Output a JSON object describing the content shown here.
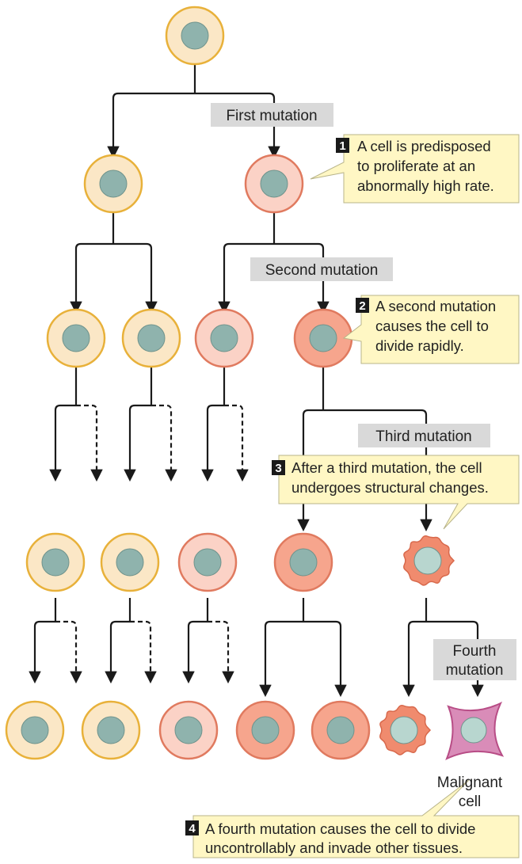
{
  "mutations": {
    "first": "First mutation",
    "second": "Second mutation",
    "third": "Third mutation",
    "fourth_line1": "Fourth",
    "fourth_line2": "mutation"
  },
  "notes": {
    "n1": {
      "num": "1",
      "lines": [
        "A cell is predisposed",
        "to proliferate at an",
        "abnormally high rate."
      ]
    },
    "n2": {
      "num": "2",
      "lines": [
        "A second mutation",
        "causes the cell to",
        "divide rapidly."
      ]
    },
    "n3": {
      "num": "3",
      "lines": [
        "After a third mutation, the cell",
        "undergoes structural changes."
      ]
    },
    "n4": {
      "num": "4",
      "lines": [
        "A fourth mutation causes the cell to divide",
        "uncontrollably and invade other tissues."
      ]
    }
  },
  "labels": {
    "malignant_line1": "Malignant",
    "malignant_line2": "cell"
  },
  "colors": {
    "normal_cell_fill": "#fbe7c6",
    "normal_cell_stroke": "#e8b13a",
    "mutated_cell_fill": "#fbd2c6",
    "mutated_cell_stroke": "#e07a5f",
    "rapid_cell_fill": "#f6a58d",
    "nucleus": "#8fb3ad",
    "irregular_cell_fill": "#f08b6e",
    "malignant_cell_fill": "#d98cb8",
    "malignant_cell_stroke": "#b84d86"
  }
}
